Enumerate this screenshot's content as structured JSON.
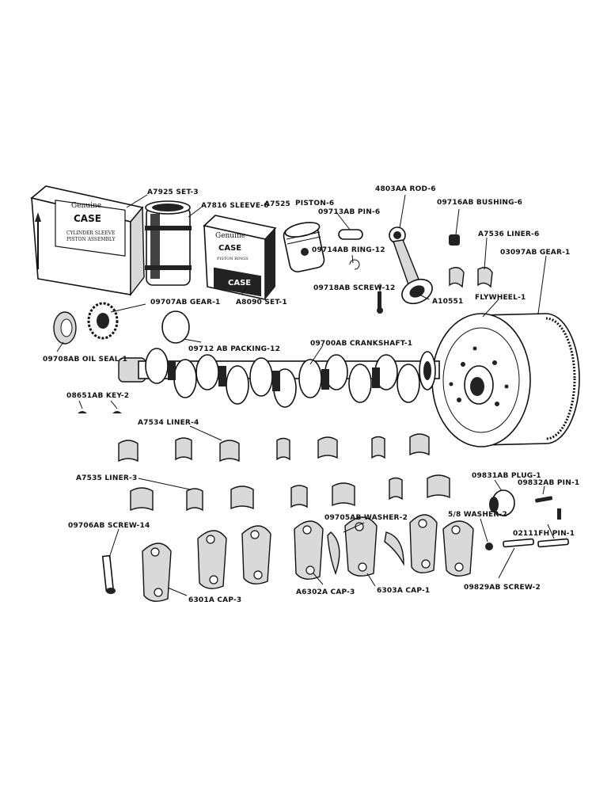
{
  "labels": {
    "a7925": "A7925  SET-3",
    "a7816": "A7816 SLEEVE-6",
    "a7525": "A7525",
    "piston": "PISTON-6",
    "rod": "4803AA ROD-6",
    "bushing": "09716AB BUSHING-6",
    "pin6": "09713AB PIN-6",
    "ring": "09714AB RING-12",
    "screw12": "09718AB SCREW-12",
    "liner6": "A7536  LINER-6",
    "gear1": "03097AB GEAR-1",
    "a10551": "A10551",
    "flywheel": "FLYWHEEL-1",
    "a8090": "A8090 SET-1",
    "gear09707": "09707AB GEAR-1",
    "oilseal": "09708AB OIL SEAL-1",
    "packing": "09712 AB PACKING-12",
    "crankshaft": "09700AB CRANKSHAFT-1",
    "key": "08651AB KEY-2",
    "liner4": "A7534  LINER-4",
    "liner3": "A7535  LINER-3",
    "plug": "09831AB PLUG-1",
    "pin1a": "09832AB  PIN-1",
    "washer2": "09705AB  WASHER-2",
    "washer58": "5/8 WASHER-2",
    "pin1b": "02111FH  PIN-1",
    "screw14": "09706AB SCREW-14",
    "screw2": "09829AB SCREW-2",
    "cap6301": "6301A CAP-3",
    "capa6302": "A6302A  CAP-3",
    "cap6303": "6303A CAP-1"
  },
  "packages": {
    "genuine": "Genuine",
    "case": "CASE",
    "set_line1": "CYLINDER SLEEVE",
    "set_line2": "PISTON ASSEMBLY",
    "piston_rings": "PISTON RINGS",
    "case_small": "CASE"
  },
  "colors": {
    "ink": "#111111",
    "paper": "#ffffff"
  }
}
